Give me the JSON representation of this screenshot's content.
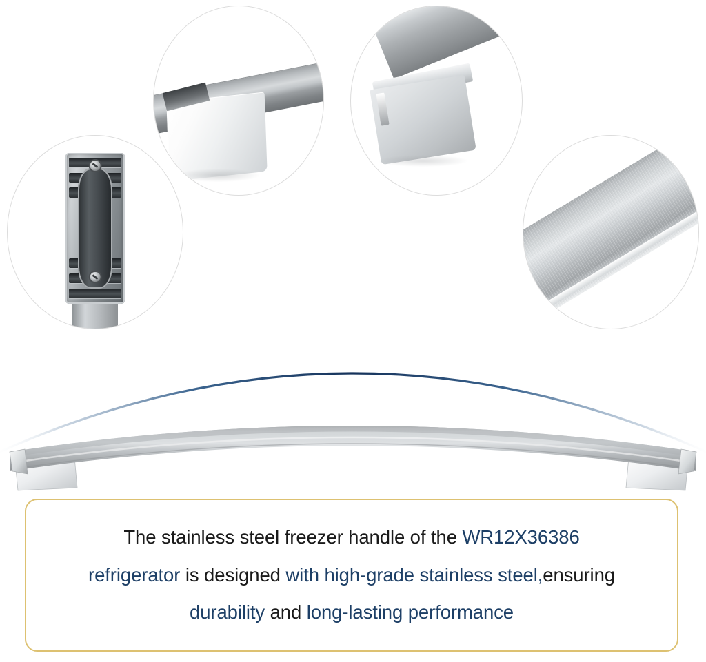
{
  "product": {
    "model_number": "WR12X36386",
    "item_name": "stainless steel freezer handle",
    "material_color": "#b4b8bb",
    "accent_color": "#1d3f66",
    "box_border_color": "#ddc171",
    "callout_outline_color": "#dcdcdc"
  },
  "callouts": [
    {
      "id": "endcap-angled",
      "label": "Handle end cap angled view",
      "icon": "handle-endcap-icon"
    },
    {
      "id": "endcap-front",
      "label": "Handle end cap front view",
      "icon": "handle-endcap-front-icon"
    },
    {
      "id": "bracket",
      "label": "Internal mounting bracket with screws",
      "icon": "mounting-bracket-icon"
    },
    {
      "id": "finish",
      "label": "Brushed stainless steel finish",
      "icon": "brushed-finish-icon"
    }
  ],
  "hero": {
    "label": "Arched stainless steel refrigerator freezer handle",
    "arc_label": "Decorative blue arc accent"
  },
  "description": {
    "line1": [
      {
        "text": "The stainless steel freezer handle of the ",
        "accent": false
      },
      {
        "text": "WR12X36386",
        "accent": true
      }
    ],
    "line2": [
      {
        "text": "refrigerator",
        "accent": true
      },
      {
        "text": " is designed ",
        "accent": false
      },
      {
        "text": "with high-grade stainless steel,",
        "accent": true
      },
      {
        "text": "ensuring",
        "accent": false
      }
    ],
    "line3": [
      {
        "text": "durability",
        "accent": true
      },
      {
        "text": " and ",
        "accent": false
      },
      {
        "text": "long-lasting performance",
        "accent": true
      }
    ]
  }
}
